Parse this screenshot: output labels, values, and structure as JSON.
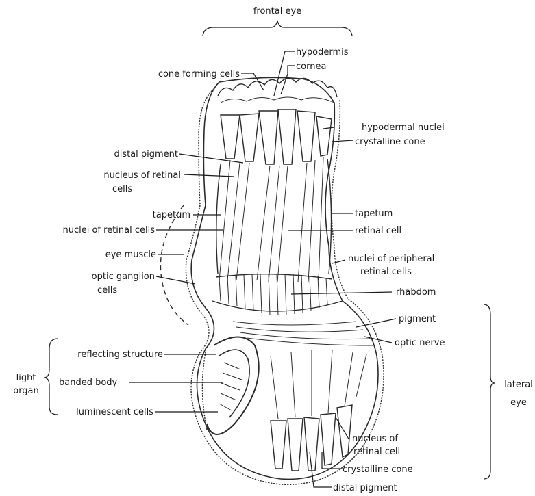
{
  "title": "frontal eye",
  "labels": {
    "hypodermis": "hypodermis",
    "cornea": "cornea",
    "cone_forming_cells": "cone forming cells",
    "hypodermal_nuclei": "hypodermal nuclei",
    "crystalline_cone_top": "crystalline cone",
    "distal_pigment_top": "distal pigment",
    "nucleus_retinal_1": "nucleus of retinal",
    "nucleus_retinal_2": "cells",
    "tapetum_left": "tapetum",
    "tapetum_right": "tapetum",
    "nuclei_retinal_cells": "nuclei of retinal cells",
    "retinal_cell": "retinal cell",
    "eye_muscle": "eye muscle",
    "nuclei_peripheral_1": "nuclei of peripheral",
    "nuclei_peripheral_2": "retinal cells",
    "optic_ganglion_1": "optic ganglion",
    "optic_ganglion_2": "cells",
    "rhabdom": "rhabdom",
    "pigment": "pigment",
    "optic_nerve": "optic nerve",
    "reflecting_structure": "reflecting structure",
    "banded_body": "banded body",
    "luminescent_cells": "luminescent cells",
    "light_organ_1": "light",
    "light_organ_2": "organ",
    "lateral_eye_1": "lateral",
    "lateral_eye_2": "eye",
    "nucleus_retinal_bottom_1": "nucleus of",
    "nucleus_retinal_bottom_2": "retinal cell",
    "crystalline_cone_bottom": "crystalline cone",
    "distal_pigment_bottom": "distal pigment"
  }
}
